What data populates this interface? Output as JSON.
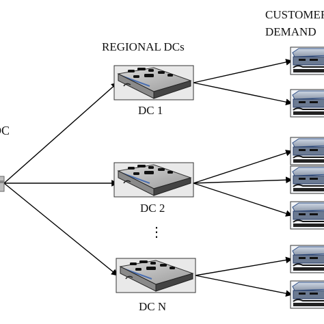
{
  "diagram": {
    "central": {
      "label": "DC"
    },
    "regional_header": "REGIONAL DCs",
    "customer_header": {
      "line1": "CUSTOMER",
      "line2": "DEMAND"
    },
    "regional_dcs": [
      {
        "label": "DC 1"
      },
      {
        "label": "DC 2"
      },
      {
        "label": "DC N"
      }
    ],
    "ellipsis": "⋮",
    "customer_count": 7,
    "edges": [
      [
        "central",
        "dc1"
      ],
      [
        "central",
        "dc2"
      ],
      [
        "central",
        "dcN"
      ],
      [
        "dc1",
        "cust1"
      ],
      [
        "dc1",
        "cust2"
      ],
      [
        "dc2",
        "cust3"
      ],
      [
        "dc2",
        "cust4"
      ],
      [
        "dc2",
        "cust5"
      ],
      [
        "dcN",
        "cust6"
      ],
      [
        "dcN",
        "cust7"
      ]
    ]
  }
}
